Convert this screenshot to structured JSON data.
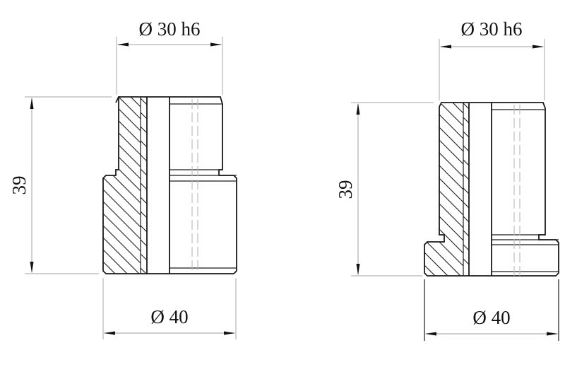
{
  "drawing": {
    "views": [
      {
        "id": "left",
        "description": "Stepped bushing section view – shoulder at lower part",
        "dimensions": {
          "top_diameter": "Ø 30 h6",
          "height": "39",
          "bottom_diameter": "Ø 40"
        }
      },
      {
        "id": "right",
        "description": "Stepped bushing section view – short flange at bottom",
        "dimensions": {
          "top_diameter": "Ø 30 h6",
          "height": "39",
          "bottom_diameter": "Ø 40"
        }
      }
    ],
    "colors": {
      "line": "#1a1a1a",
      "dimension_line": "#b0b0b0",
      "background": "#ffffff"
    }
  }
}
